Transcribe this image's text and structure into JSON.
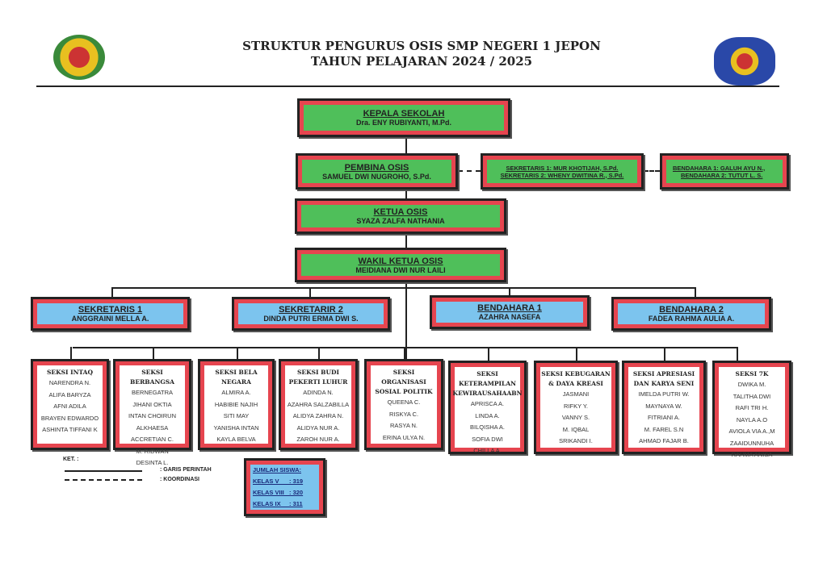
{
  "header": {
    "title": "STRUKTUR PENGURUS OSIS SMP NEGERI 1 JEPON",
    "subtitle": "TAHUN PELAJARAN 2024 / 2025"
  },
  "kepala": {
    "role": "KEPALA SEKOLAH",
    "name": "Dra. ENY RUBIYANTI, M.Pd."
  },
  "pembina": {
    "role": "PEMBINA OSIS",
    "name": "SAMUEL DWI NUGROHO, S.Pd."
  },
  "sekretaris_pembina": {
    "line1": "SEKRETARIS 1: MUR KHOTIJAH, S.Pd.",
    "line2": "SEKRETARIS 2: WHENY DWITINA R., S.Pd."
  },
  "bendahara_pembina": {
    "line1": "BENDAHARA 1: GALUH AYU N.,",
    "line2": "BENDAHARA 2: TUTUT L. S."
  },
  "ketua": {
    "role": "KETUA OSIS",
    "name": "SYAZA ZALFA NATHANIA"
  },
  "wakil": {
    "role": "WAKIL KETUA OSIS",
    "name": "MEIDIANA DWI NUR LAILI"
  },
  "officers": [
    {
      "role": "SEKRETARIS 1",
      "name": "ANGGRAINI MELLA A."
    },
    {
      "role": "SEKRETARIR 2",
      "name": "DINDA PUTRI ERMA DWI S."
    },
    {
      "role": "BENDAHARA 1",
      "name": "AZAHRA NASEFA"
    },
    {
      "role": "BENDAHARA 2",
      "name": "FADEA RAHMA AULIA A."
    }
  ],
  "seksi": [
    {
      "title": "SEKSI INTAQ",
      "members": [
        "NARENDRA N.",
        "ALIFA BARYZA",
        "AFNI ADILA",
        "BRAYEN EDWARDO",
        "ASHINTA TIFFANI K"
      ]
    },
    {
      "title": "SEKSI BERBANGSA",
      "members": [
        "BERNEGATRA",
        "JIHANI OKTIA",
        "INTAN CHOIRUN",
        "ALKHAESA",
        "ACCRETIAN C.",
        "M. RIDWAN",
        "DESINTA L."
      ]
    },
    {
      "title": "SEKSI BELA NEGARA",
      "members": [
        "ALMIRA A.",
        "HABIBIE NAJIH",
        "SITI MAY",
        "YANISHA INTAN",
        "KAYLA BELVA"
      ]
    },
    {
      "title": "SEKSI BUDI PEKERTI LUHUR",
      "members": [
        "ADINDA N.",
        "AZAHRA SALZABILLA",
        "ALIDYA ZAHRA N.",
        "ALIDYA NUR A.",
        "ZAROH NUR A."
      ]
    },
    {
      "title": "SEKSI ORGANISASI SOSIAL POLITIK",
      "members": [
        "QUEENA C.",
        "RISKYA C.",
        "RASYA N.",
        "ERINA ULYA N."
      ]
    },
    {
      "title": "SEKSI KETERAMPILAN KEWIRAUSAHAABN",
      "members": [
        "APRISCA A.",
        "LINDA A.",
        "BILQISHA A.",
        "SOFIA DWI",
        "CHILLA A."
      ]
    },
    {
      "title": "SEKSI KEBUGARAN & DAYA KREASI",
      "members": [
        "JASMANI",
        "RIFKY Y.",
        "VANNY S.",
        "M. IQBAL",
        "SRIKANDI I."
      ]
    },
    {
      "title": "SEKSI APRESIASI DAN KARYA SENI",
      "members": [
        "IMELDA PUTRI W.",
        "MAYNAYA W.",
        "FITRIANI A.",
        "M. FAREL S.N",
        "AHMAD FAJAR B."
      ]
    },
    {
      "title": "SEKSI 7K",
      "members": [
        "DWIKA M.",
        "TALITHA DWI",
        "RAFI TRI H.",
        "NAYLA A.O",
        "AVIOLA VIA A.,M",
        "ZAAIDUNNUHA",
        "RAHMA ANISA"
      ]
    }
  ],
  "legend": {
    "title": "KET. :",
    "solid": ": GARIS PERINTAH",
    "dashed": ": KOORDINASI"
  },
  "jumlah": {
    "title": "JUMLAH SISWA:",
    "rows": [
      "KELAS V      : 319",
      "KELAS VIII   : 320",
      "KELAS IX     : 311"
    ]
  }
}
